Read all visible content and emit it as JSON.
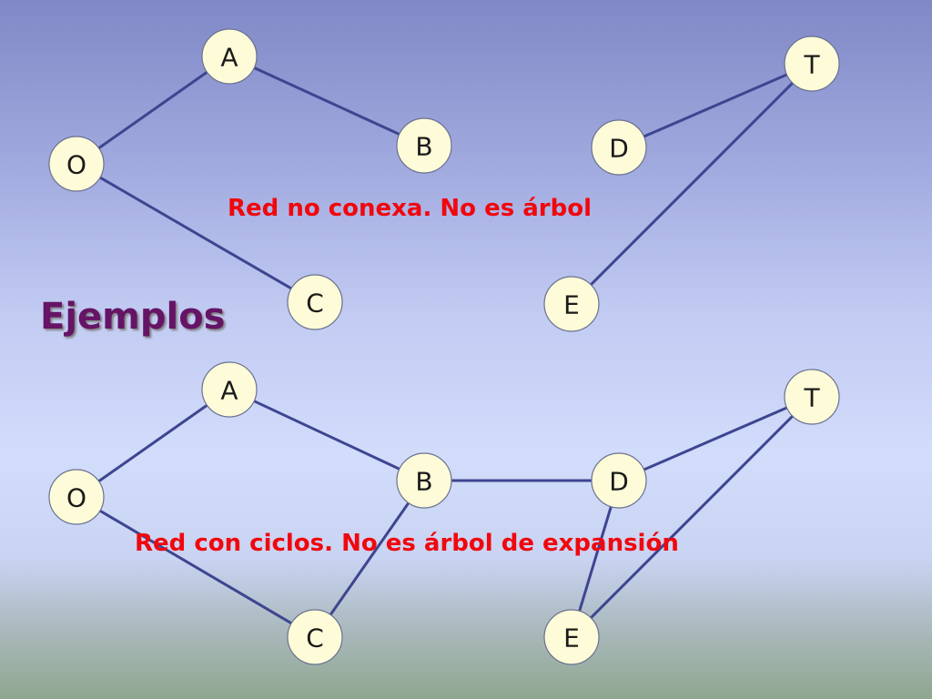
{
  "heading": "Ejemplos",
  "diagrams": [
    {
      "caption": "Red no conexa. No es árbol",
      "nodes": [
        "A",
        "T",
        "B",
        "D",
        "O",
        "C",
        "E"
      ],
      "edges": [
        [
          "O",
          "A"
        ],
        [
          "A",
          "B"
        ],
        [
          "O",
          "C"
        ],
        [
          "D",
          "T"
        ],
        [
          "T",
          "E"
        ]
      ]
    },
    {
      "caption": "Red con ciclos. No es árbol de expansión",
      "nodes": [
        "A",
        "T",
        "B",
        "D",
        "O",
        "C",
        "E"
      ],
      "edges": [
        [
          "O",
          "A"
        ],
        [
          "A",
          "B"
        ],
        [
          "O",
          "C"
        ],
        [
          "B",
          "D"
        ],
        [
          "B",
          "C"
        ],
        [
          "D",
          "T"
        ],
        [
          "D",
          "E"
        ],
        [
          "T",
          "E"
        ]
      ]
    }
  ],
  "colors": {
    "edge": "#3e4590",
    "node_fill": "#fefcd8",
    "caption": "#f1070d",
    "heading": "#651466"
  }
}
